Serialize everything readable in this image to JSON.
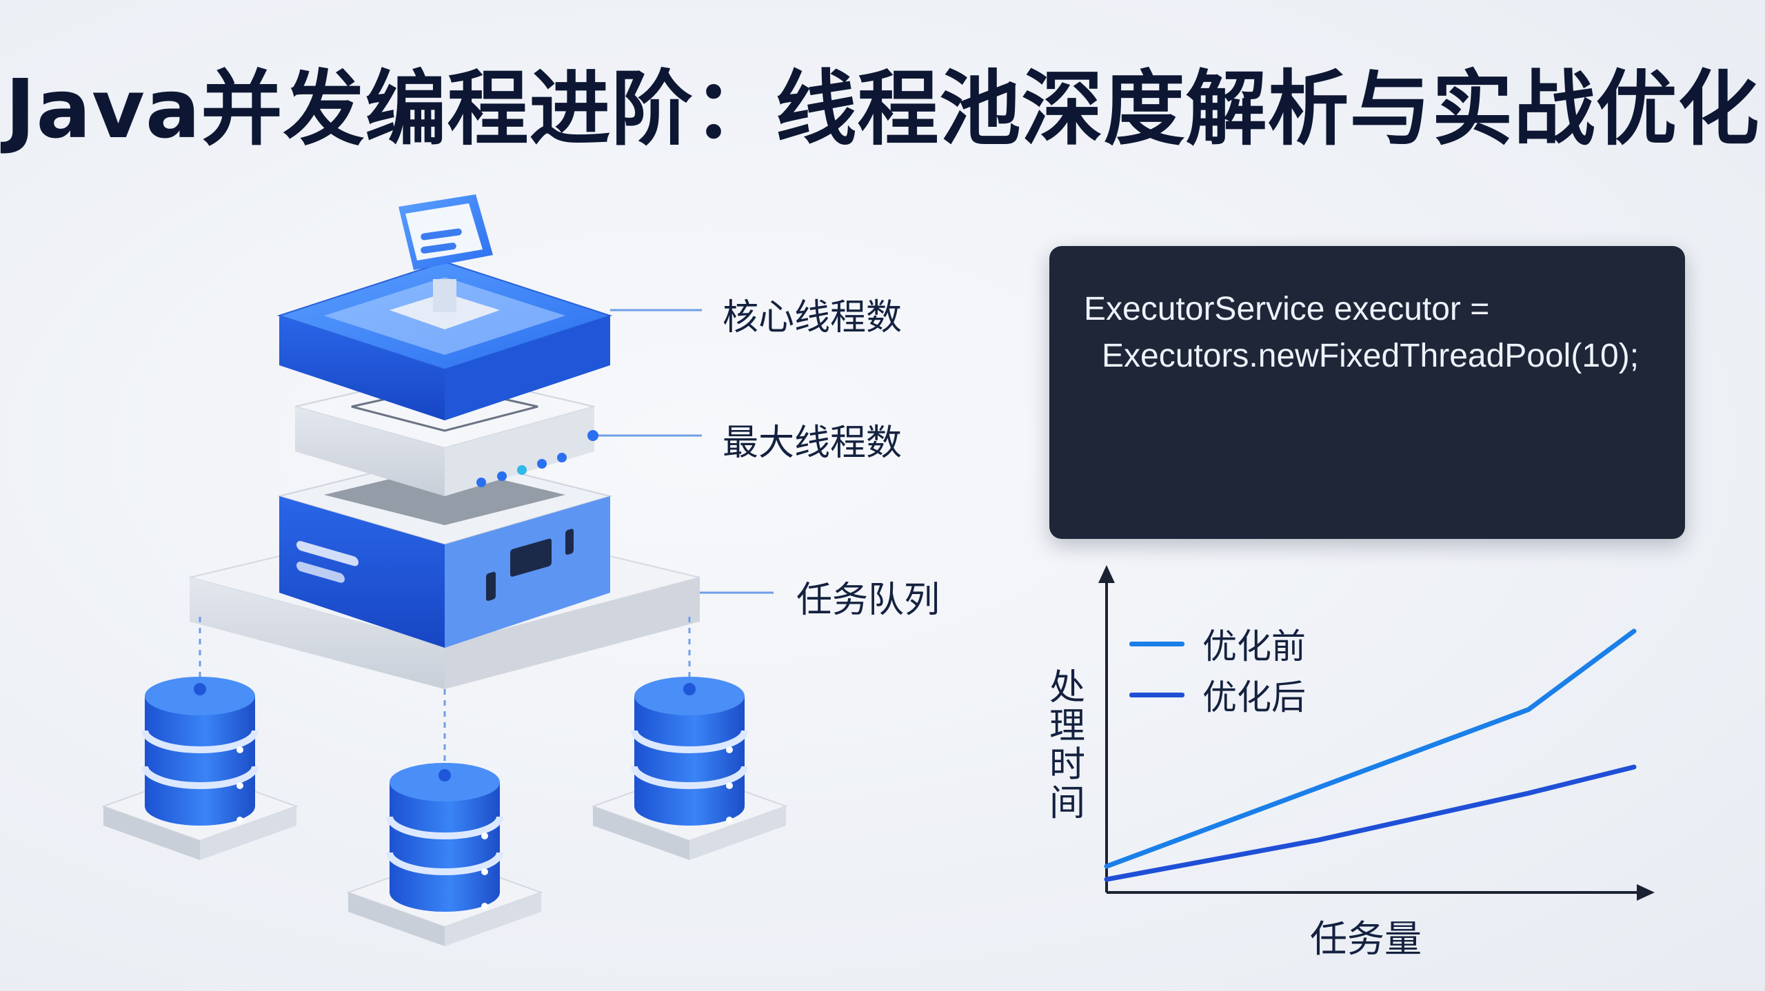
{
  "title": "Java并发编程进阶：线程池深度解析与实战优化",
  "diagram": {
    "labels": {
      "core_threads": "核心线程数",
      "max_threads": "最大线程数",
      "task_queue": "任务队列"
    }
  },
  "code": {
    "line1": "ExecutorService executor =",
    "line2": "Executors.newFixedThreadPool(10);"
  },
  "chart_data": {
    "type": "line",
    "xlabel": "任务量",
    "ylabel": "处理时间",
    "series": [
      {
        "name": "优化前",
        "color": "#1a7fe8",
        "x": [
          0,
          4,
          8,
          10
        ],
        "y": [
          1.0,
          4.0,
          7.0,
          10.0
        ]
      },
      {
        "name": "优化后",
        "color": "#1f4fd6",
        "x": [
          0,
          4,
          8,
          10
        ],
        "y": [
          0.5,
          2.0,
          3.8,
          4.8
        ]
      }
    ],
    "xlim": [
      0,
      10
    ],
    "ylim": [
      0,
      12
    ],
    "grid": false,
    "legend": "top-left"
  }
}
